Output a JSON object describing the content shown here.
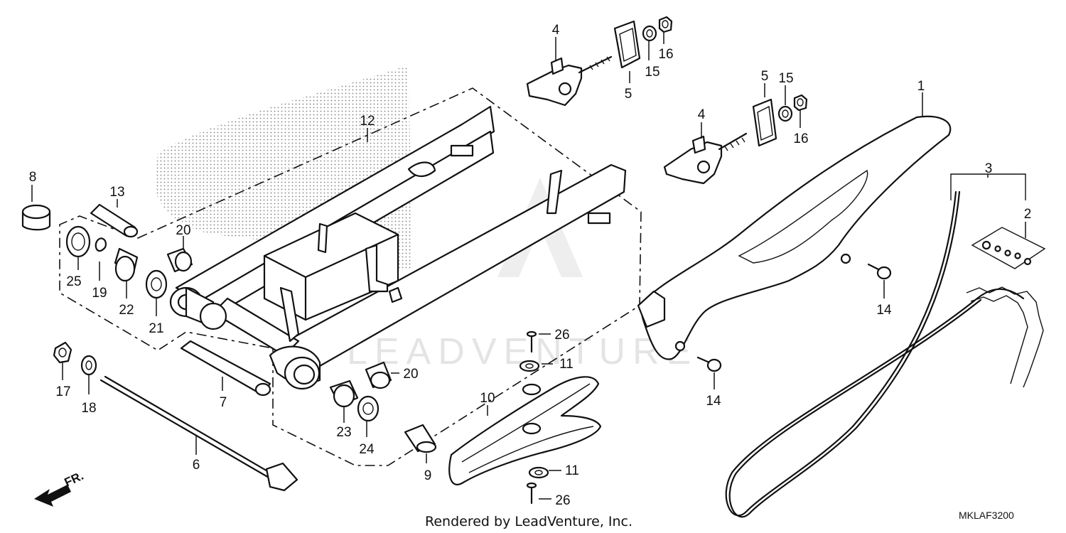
{
  "callouts": [
    {
      "id": "1",
      "label": "1"
    },
    {
      "id": "2",
      "label": "2"
    },
    {
      "id": "3",
      "label": "3"
    },
    {
      "id": "4a",
      "label": "4"
    },
    {
      "id": "4b",
      "label": "4"
    },
    {
      "id": "5a",
      "label": "5"
    },
    {
      "id": "5b",
      "label": "5"
    },
    {
      "id": "6",
      "label": "6"
    },
    {
      "id": "7",
      "label": "7"
    },
    {
      "id": "8",
      "label": "8"
    },
    {
      "id": "9",
      "label": "9"
    },
    {
      "id": "10",
      "label": "10"
    },
    {
      "id": "11a",
      "label": "11"
    },
    {
      "id": "11b",
      "label": "11"
    },
    {
      "id": "12",
      "label": "12"
    },
    {
      "id": "13",
      "label": "13"
    },
    {
      "id": "14a",
      "label": "14"
    },
    {
      "id": "14b",
      "label": "14"
    },
    {
      "id": "15a",
      "label": "15"
    },
    {
      "id": "15b",
      "label": "15"
    },
    {
      "id": "16a",
      "label": "16"
    },
    {
      "id": "16b",
      "label": "16"
    },
    {
      "id": "17",
      "label": "17"
    },
    {
      "id": "18",
      "label": "18"
    },
    {
      "id": "19",
      "label": "19"
    },
    {
      "id": "20a",
      "label": "20"
    },
    {
      "id": "20b",
      "label": "20"
    },
    {
      "id": "21",
      "label": "21"
    },
    {
      "id": "22",
      "label": "22"
    },
    {
      "id": "23",
      "label": "23"
    },
    {
      "id": "24",
      "label": "24"
    },
    {
      "id": "25",
      "label": "25"
    },
    {
      "id": "26a",
      "label": "26"
    },
    {
      "id": "26b",
      "label": "26"
    }
  ],
  "front_indicator": "FR.",
  "footer": "Rendered by LeadVenture, Inc.",
  "diagram_code": "MKLAF3200",
  "watermark": "LEADVENTURE"
}
